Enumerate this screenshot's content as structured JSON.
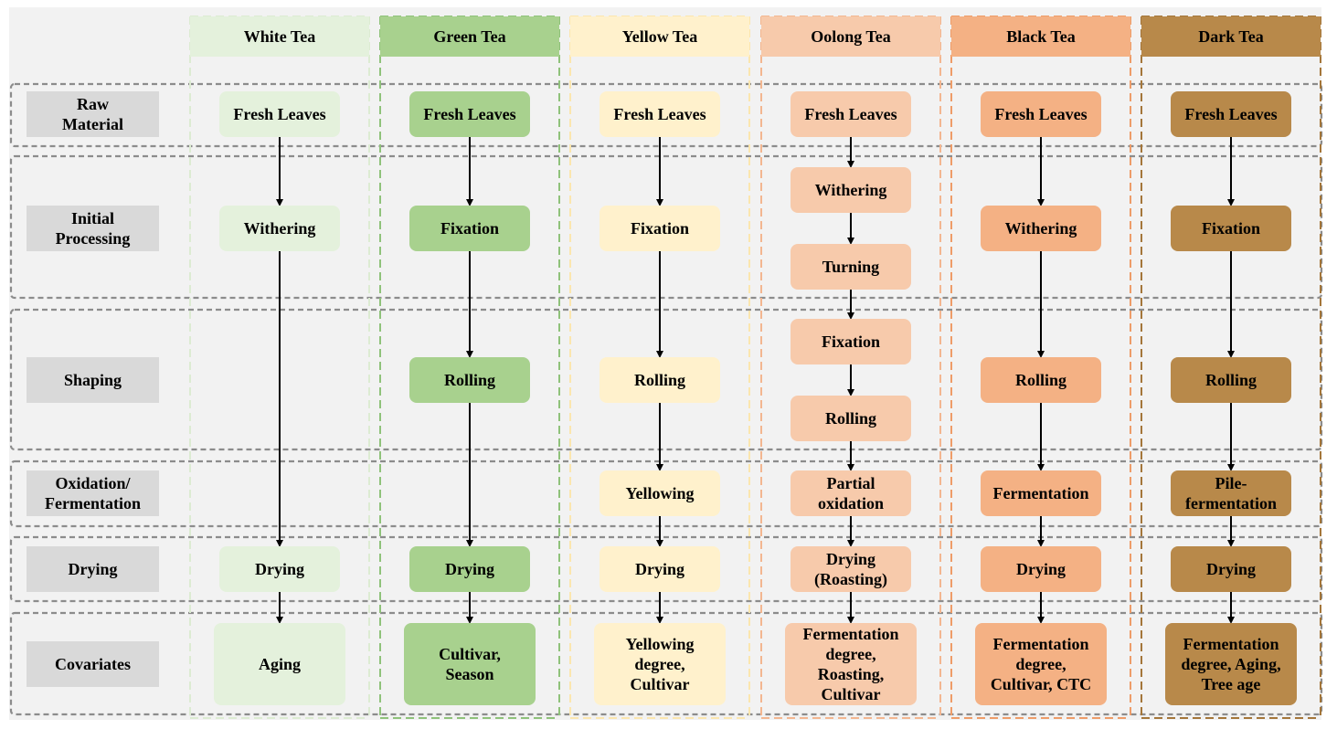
{
  "columns": [
    {
      "id": "white",
      "label": "White Tea",
      "header_color": "#e4f1dc",
      "box_color": "#e4f1dc",
      "text_color": "#000000",
      "border_color": "#dcebd2"
    },
    {
      "id": "green",
      "label": "Green Tea",
      "header_color": "#a8d18e",
      "box_color": "#a8d18e",
      "text_color": "#000000",
      "border_color": "#8fc27a"
    },
    {
      "id": "yellow",
      "label": "Yellow Tea",
      "header_color": "#fff1cc",
      "box_color": "#fff1cc",
      "text_color": "#000000",
      "border_color": "#fbe6ae"
    },
    {
      "id": "oolong",
      "label": "Oolong Tea",
      "header_color": "#f7caab",
      "box_color": "#f7caab",
      "text_color": "#000000",
      "border_color": "#f3b690"
    },
    {
      "id": "black",
      "label": "Black Tea",
      "header_color": "#f4b184",
      "box_color": "#f4b184",
      "text_color": "#000000",
      "border_color": "#ee9c68"
    },
    {
      "id": "dark",
      "label": "Dark Tea",
      "header_color": "#b8894a",
      "box_color": "#b8894a",
      "text_color": "#000000",
      "border_color": "#a4763a"
    }
  ],
  "rows": [
    {
      "id": "raw",
      "label": [
        "Raw",
        "Material"
      ]
    },
    {
      "id": "initial",
      "label": [
        "Initial",
        "Processing"
      ]
    },
    {
      "id": "shaping",
      "label": [
        "Shaping"
      ]
    },
    {
      "id": "oxidation",
      "label": [
        "Oxidation/",
        "Fermentation"
      ]
    },
    {
      "id": "drying",
      "label": [
        "Drying"
      ]
    },
    {
      "id": "covariates",
      "label": [
        "Covariates"
      ]
    }
  ],
  "steps": {
    "white": [
      {
        "slot": "raw",
        "text": [
          "Fresh Leaves"
        ]
      },
      {
        "slot": "initial",
        "text": [
          "Withering"
        ]
      },
      {
        "slot": "drying",
        "text": [
          "Drying"
        ]
      },
      {
        "slot": "covariates",
        "text": [
          "Aging"
        ]
      }
    ],
    "green": [
      {
        "slot": "raw",
        "text": [
          "Fresh Leaves"
        ]
      },
      {
        "slot": "initial",
        "text": [
          "Fixation"
        ]
      },
      {
        "slot": "shaping",
        "text": [
          "Rolling"
        ]
      },
      {
        "slot": "drying",
        "text": [
          "Drying"
        ]
      },
      {
        "slot": "covariates",
        "text": [
          "Cultivar,",
          "Season"
        ]
      }
    ],
    "yellow": [
      {
        "slot": "raw",
        "text": [
          "Fresh Leaves"
        ]
      },
      {
        "slot": "initial",
        "text": [
          "Fixation"
        ]
      },
      {
        "slot": "shaping",
        "text": [
          "Rolling"
        ]
      },
      {
        "slot": "oxidation",
        "text": [
          "Yellowing"
        ]
      },
      {
        "slot": "drying",
        "text": [
          "Drying"
        ]
      },
      {
        "slot": "covariates",
        "text": [
          "Yellowing",
          "degree,",
          "Cultivar"
        ]
      }
    ],
    "oolong": [
      {
        "slot": "raw",
        "text": [
          "Fresh Leaves"
        ]
      },
      {
        "slot": "initial-a",
        "text": [
          "Withering"
        ]
      },
      {
        "slot": "initial-b",
        "text": [
          "Turning"
        ]
      },
      {
        "slot": "shaping-a",
        "text": [
          "Fixation"
        ]
      },
      {
        "slot": "shaping-b",
        "text": [
          "Rolling"
        ]
      },
      {
        "slot": "oxidation",
        "text": [
          "Partial",
          "oxidation"
        ]
      },
      {
        "slot": "drying",
        "text": [
          "Drying",
          "(Roasting)"
        ]
      },
      {
        "slot": "covariates",
        "text": [
          "Fermentation",
          "degree,",
          "Roasting,",
          "Cultivar"
        ]
      }
    ],
    "black": [
      {
        "slot": "raw",
        "text": [
          "Fresh Leaves"
        ]
      },
      {
        "slot": "initial",
        "text": [
          "Withering"
        ]
      },
      {
        "slot": "shaping",
        "text": [
          "Rolling"
        ]
      },
      {
        "slot": "oxidation",
        "text": [
          "Fermentation"
        ]
      },
      {
        "slot": "drying",
        "text": [
          "Drying"
        ]
      },
      {
        "slot": "covariates",
        "text": [
          "Fermentation",
          "degree,",
          "Cultivar, CTC"
        ]
      }
    ],
    "dark": [
      {
        "slot": "raw",
        "text": [
          "Fresh Leaves"
        ]
      },
      {
        "slot": "initial",
        "text": [
          "Fixation"
        ]
      },
      {
        "slot": "shaping",
        "text": [
          "Rolling"
        ]
      },
      {
        "slot": "oxidation",
        "text": [
          "Pile-",
          "fermentation"
        ]
      },
      {
        "slot": "drying",
        "text": [
          "Drying"
        ]
      },
      {
        "slot": "covariates",
        "text": [
          "Fermentation",
          "degree, Aging,",
          "Tree age"
        ]
      }
    ]
  },
  "colors": {
    "row_label_bg": "#d9d9d9",
    "panel_bg": "#f2f2f2",
    "band_border": "#8c8c8c",
    "arrow": "#000000"
  }
}
